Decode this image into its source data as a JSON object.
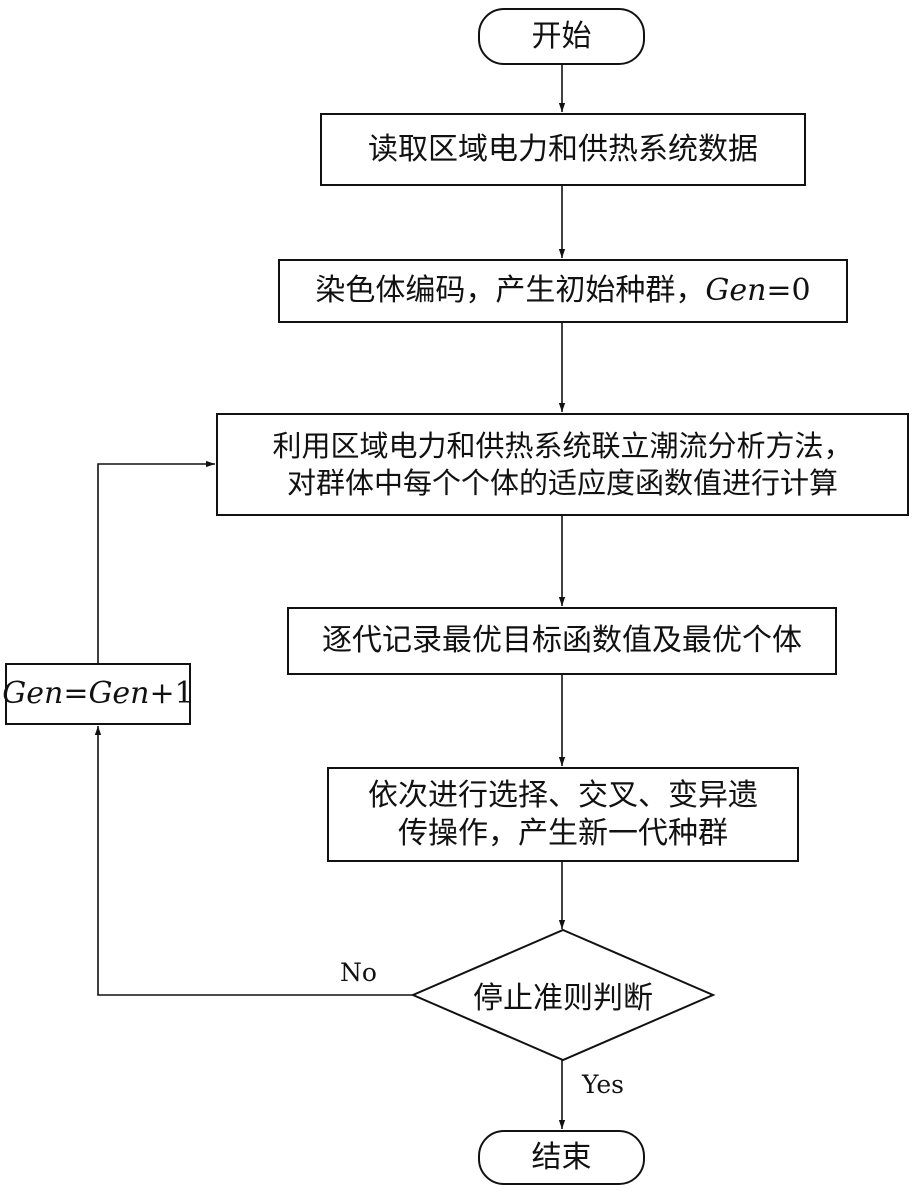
{
  "nodes": {
    "start": {
      "label": "开始"
    },
    "read_data": {
      "label": "读取区域电力和供热系统数据"
    },
    "encode": {
      "label": "染色体编码，产生初始种群，",
      "var": "Gen",
      "suffix": "=0"
    },
    "evaluate": {
      "line1": "利用区域电力和供热系统联立潮流分析方法，",
      "line2": "对群体中每个个体的适应度函数值进行计算"
    },
    "record": {
      "label": "逐代记录最优目标函数值及最优个体"
    },
    "operators": {
      "line1": "依次进行选择、交叉、变异遗",
      "line2": "传操作，产生新一代种群"
    },
    "decision": {
      "label": "停止准则判断"
    },
    "increment": {
      "var_left": "Gen",
      "equals": "=",
      "var_right": "Gen",
      "suffix": "+1"
    },
    "end": {
      "label": "结束"
    }
  },
  "edges": {
    "no_label": "No",
    "yes_label": "Yes"
  }
}
